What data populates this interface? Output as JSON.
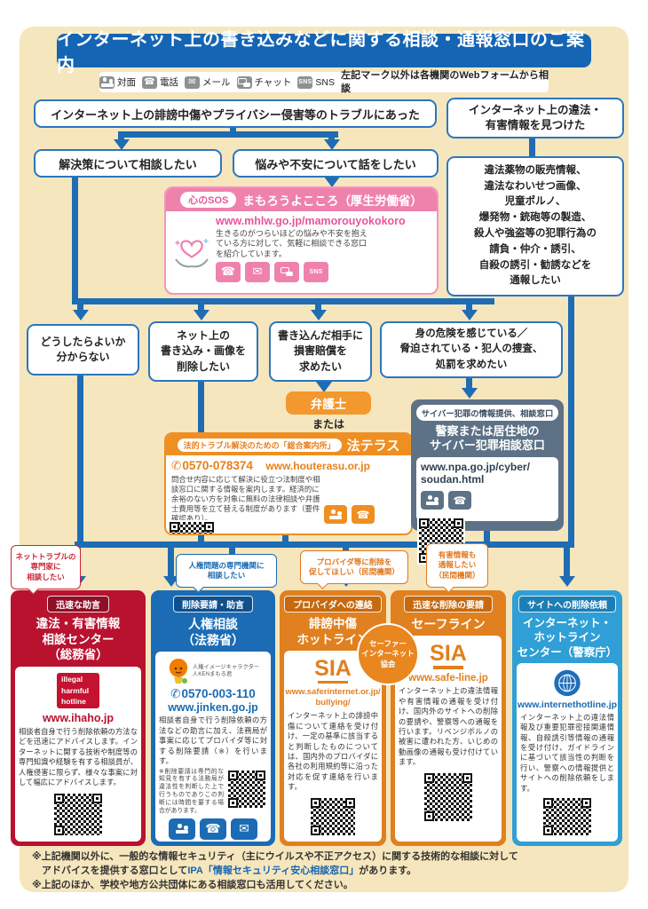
{
  "header": {
    "title": "インターネット上の書き込みなどに関する相談・通報窓口のご案内"
  },
  "legend": {
    "items": [
      {
        "icon": "face-to-face-icon",
        "label": "対面"
      },
      {
        "icon": "phone-icon",
        "label": "電話"
      },
      {
        "icon": "mail-icon",
        "label": "メール"
      },
      {
        "icon": "chat-icon",
        "label": "チャット"
      },
      {
        "icon": "sns-icon",
        "label": "SNS"
      }
    ],
    "note": "左記マーク以外は各機関のWebフォームから相談"
  },
  "flow": {
    "trouble": "インターネット上の誹謗中傷やプライバシー侵害等のトラブルにあった",
    "found": "インターネット上の違法・\n有害情報を見つけた",
    "consult": "解決策について相談したい",
    "talk": "悩みや不安について話をしたい",
    "report": "違法薬物の販売情報、\n違法なわいせつ画像、\n児童ポルノ、\n爆発物・銃砲等の製造、\n殺人や強盗等の犯罪行為の\n請負・仲介・誘引、\n自殺の誘引・勧誘などを\n通報したい",
    "q1": "どうしたらよいか\n分からない",
    "q2": "ネット上の\n書き込み・画像を\n削除したい",
    "q3": "書き込んだ相手に\n損害賠償を\n求めたい",
    "q4": "身の危険を感じている／\n脅迫されている・犯人の捜査、\n処罰を求めたい",
    "bengoshi": "弁護士",
    "or": "または"
  },
  "kokoro": {
    "tag": "心のSOS",
    "title": "まもろうよこころ（厚生労働省）",
    "url": "www.mhlw.go.jp/mamorouyokokoro",
    "desc": "生きるのがつらいほどの悩みや不安を抱えている方に対して、気軽に相談できる窓口を紹介しています。",
    "icons": [
      "phone-icon",
      "mail-icon",
      "chat-icon",
      "sns-icon"
    ],
    "sns_glyph": "SNS"
  },
  "houterasu": {
    "tag": "法的トラブル解決のための「総合案内所」",
    "name": "法テラス",
    "phone": "0570-078374",
    "url": "www.houterasu.or.jp",
    "desc": "問合せ内容に応じて解決に役立つ法制度や相談窓口に関する情報を案内します。経済的に余裕のない方を対象に無料の法律相談や弁護士費用等を立て替える制度があります（要件確認あり）。",
    "icons": [
      "face-to-face-icon",
      "phone-icon"
    ]
  },
  "cyber": {
    "tag": "サイバー犯罪の情報提供、相談窓口",
    "title": "警察または居住地の\nサイバー犯罪相談窓口",
    "url": "www.npa.go.jp/cyber/\nsoudan.html",
    "icons": [
      "face-to-face-icon",
      "phone-icon"
    ]
  },
  "callouts": [
    {
      "text": "ネットトラブルの\n専門家に\n相談したい",
      "color": "red"
    },
    {
      "text": "人権問題の専門機関に\n相談したい",
      "color": "blue"
    },
    {
      "text": "プロバイダ等に削除を\n促してほしい（民間機関）",
      "color": "orange"
    },
    {
      "text": "有害情報も\n通報したい\n（民間機関）",
      "color": "orange"
    }
  ],
  "sia_circle": "セーファー\nインターネット\n協会",
  "columns": [
    {
      "badge": "迅速な助言",
      "title": "違法・有害情報\n相談センター\n（総務省）",
      "logo": "illegal-harmful-hotline-logo",
      "logo_lines": "illegal\nharmful\nhotline",
      "url": "www.ihaho.jp",
      "desc": "相談者自身で行う削除依頼の方法などを迅速にアドバイスします。インターネットに関する技術や制度等の専門知識や経験を有する相談員が、人権侵害に限らず、様々な事案に対して幅広にアドバイスします。"
    },
    {
      "badge": "削除要請・助言",
      "title": "人権相談\n（法務省）",
      "mascot_caption": "人権イメージキャラクター\n人KENまもる君",
      "phone": "0570-003-110",
      "url": "www.jinken.go.jp",
      "desc": "相談者自身で行う削除依頼の方法などの助言に加え、法務局が事案に応じてプロバイダ等に対する削除要請（※）を行います。",
      "note": "※削除要請は専門的な知見を有する法務局が違法性を判断した上で行うものでありこの判断には時間を要する場合があります。",
      "icons": [
        "face-to-face-icon",
        "phone-icon",
        "mail-icon"
      ]
    },
    {
      "badge": "プロバイダへの連絡",
      "title": "誹謗中傷\nホットライン",
      "logo_text": "SIA",
      "url": "www.saferinternet.or.jp/\nbullying/",
      "desc": "インターネット上の誹謗中傷について連絡を受け付け、一定の基準に該当すると判断したものについては、国内外のプロバイダに各社の利用規約等に沿った対応を促す連絡を行います。"
    },
    {
      "badge": "迅速な削除の要請",
      "title": "セーフライン",
      "logo_text": "SIA",
      "url": "www.safe-line.jp",
      "desc": "インターネット上の違法情報や有害情報の通報を受け付け、国内外のサイトへの削除の要請や、警察等への通報を行います。リベンジポルノの被害に遭われた方、いじめの動画像の通報も受け付けています。"
    },
    {
      "badge": "サイトへの削除依頼",
      "title": "インターネット・\nホットライン\nセンター（警察庁）",
      "logo": "internet-hotline-globe-logo",
      "url": "www.internethotline.jp",
      "desc": "インターネット上の違法情報及び重要犯罪密接関連情報、自殺誘引等情報の通報を受け付け、ガイドラインに基づいて該当性の判断を行い、警察への情報提供とサイトへの削除依頼をします。"
    }
  ],
  "footer": {
    "line1": "※上記機関以外に、一般的な情報セキュリティ（主にウイルスや不正アクセス）に関する技術的な相談に対して",
    "line2_pre": "　アドバイスを提供する窓口として",
    "line2_link": "IPA「情報セキュリティ安心相談窓口」",
    "line2_post": "があります。",
    "line3": "※上記のほか、学校や地方公共団体にある相談窓口も活用してください。"
  },
  "colors": {
    "primary_blue": "#1e6cb4",
    "pink": "#ee82ad",
    "orange": "#ef8f22",
    "red": "#b8122f",
    "light_blue": "#2f9fd6",
    "slate": "#5d7286",
    "beige": "#f6e6bd"
  }
}
